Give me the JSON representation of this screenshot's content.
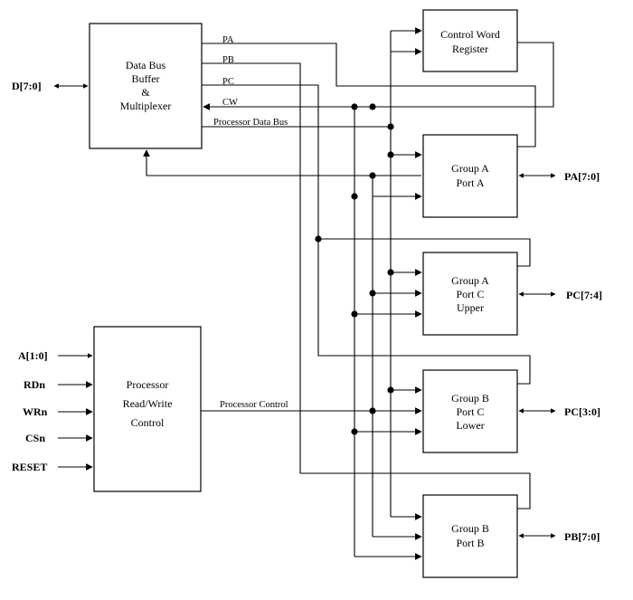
{
  "blocks": {
    "data_bus_buffer": [
      "Data Bus",
      "Buffer",
      "&",
      "Multiplexer"
    ],
    "control_word_register": [
      "Control Word",
      "Register"
    ],
    "group_a_port_a": [
      "Group A",
      "Port A"
    ],
    "group_a_port_c_upper": [
      "Group A",
      "Port C",
      "Upper"
    ],
    "group_b_port_c_lower": [
      "Group B",
      "Port C",
      "Lower"
    ],
    "group_b_port_b": [
      "Group B",
      "Port B"
    ],
    "processor_rw_control": [
      "Processor",
      "Read/Write",
      "Control"
    ]
  },
  "bus_labels": {
    "pa": "PA",
    "pb": "PB",
    "pc": "PC",
    "cw": "CW",
    "processor_data_bus": "Processor Data Bus",
    "processor_control": "Processor Control"
  },
  "pins": {
    "d": "D[7:0]",
    "a": "A[1:0]",
    "rdn": "RDn",
    "wrn": "WRn",
    "csn": "CSn",
    "reset": "RESET",
    "pa_port": "PA[7:0]",
    "pc_upper_port": "PC[7:4]",
    "pc_lower_port": "PC[3:0]",
    "pb_port": "PB[7:0]"
  }
}
